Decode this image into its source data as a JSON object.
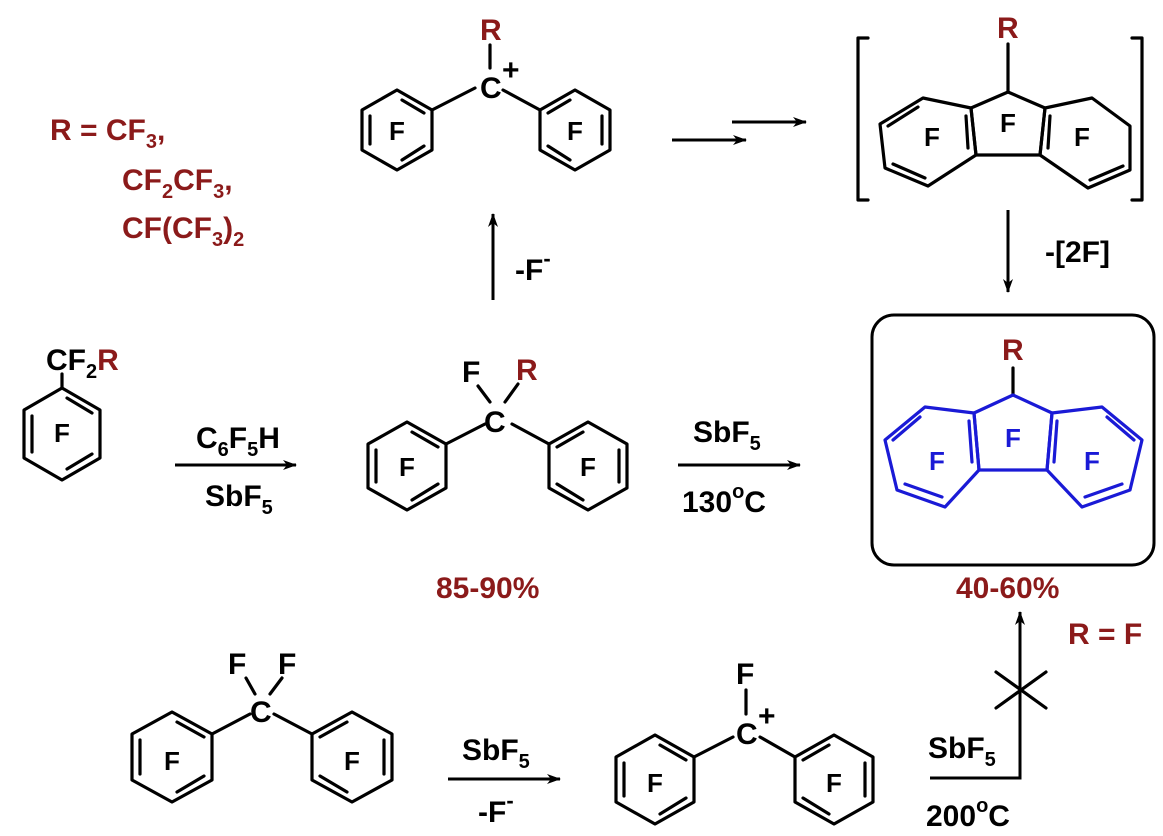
{
  "r_definition": {
    "line1": "R = CF",
    "line1_sub": "3",
    "line1_end": ",",
    "line2_a": "CF",
    "line2_sub1": "2",
    "line2_b": "CF",
    "line2_sub2": "3",
    "line2_end": ",",
    "line3_a": "CF(CF",
    "line3_sub1": "3",
    "line3_b": ")",
    "line3_sub2": "2"
  },
  "labels": {
    "ring_f": "F",
    "r": "R",
    "f": "F",
    "c": "C",
    "plus": "+",
    "cf2r_a": "CF",
    "cf2r_sub": "2",
    "cf2r_r": "R"
  },
  "conditions": {
    "step1_top_a": "C",
    "step1_top_sub1": "6",
    "step1_top_b": "F",
    "step1_top_sub2": "5",
    "step1_top_c": "H",
    "step1_bottom_a": "SbF",
    "step1_bottom_sub": "5",
    "step2_top_a": "SbF",
    "step2_top_sub": "5",
    "step2_bottom_a": "130",
    "step2_bottom_sup": "o",
    "step2_bottom_b": "C",
    "ionize_a": "-F",
    "ionize_sup": "-",
    "loss": "-[2F]",
    "step3_top_a": "SbF",
    "step3_top_sub": "5",
    "step3_bottom_a": "-F",
    "step3_bottom_sup": "-",
    "step4_top_a": "SbF",
    "step4_top_sub": "5",
    "step4_bottom_a": "200",
    "step4_bottom_sup": "o",
    "step4_bottom_b": "C",
    "r_equals_f": "R = F"
  },
  "yields": {
    "diarylmethane": "85-90%",
    "fluorene": "40-60%"
  },
  "colors": {
    "accent_dark_red": "#8b1a1a",
    "product_blue": "#1a1ad6",
    "line": "#000000"
  }
}
